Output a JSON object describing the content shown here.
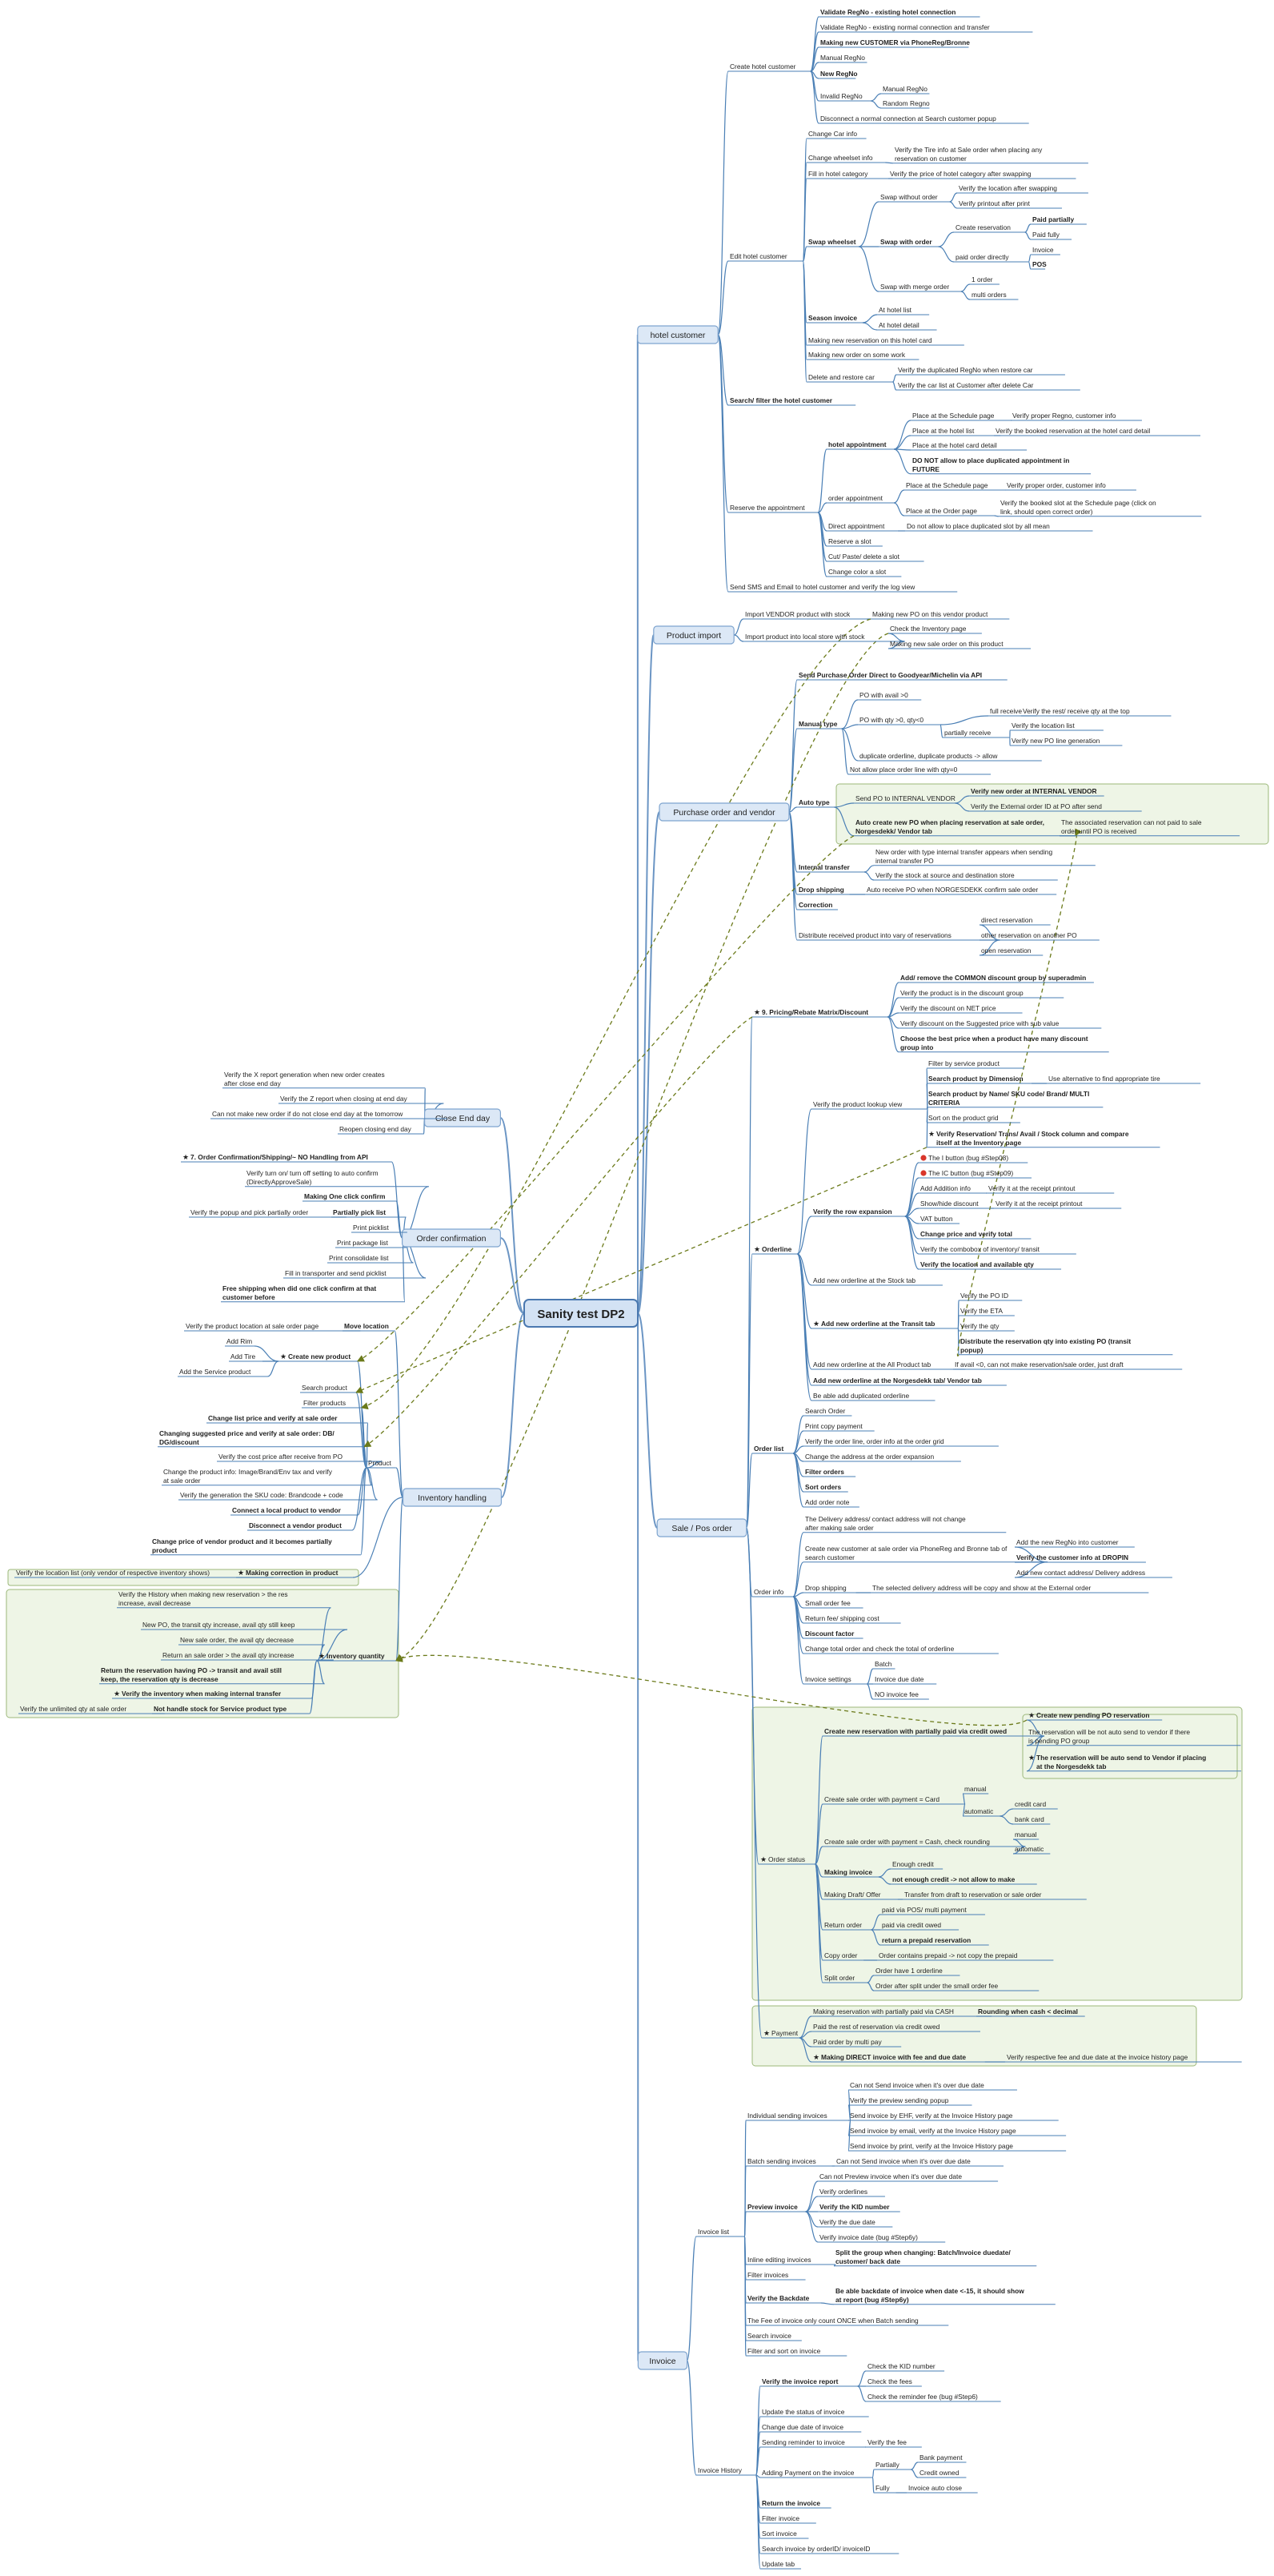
{
  "root": "Sanity test DP2",
  "colors": {
    "line": "#4a7fb5",
    "mainBox": "#dce8f6",
    "group": "#eef5e6",
    "dash": "#6b7a1a",
    "star": "#f0a30a",
    "error": "#d9362b"
  },
  "main": {
    "hotel": "hotel customer",
    "product_import": "Product import",
    "purchase": "Purchase order and vendor",
    "sale": "Sale / Pos order",
    "invoice": "Invoice",
    "close_end_day": "Close End day",
    "order_confirmation": "Order confirmation",
    "inventory": "Inventory handling"
  },
  "hotel": {
    "create": "Create hotel customer",
    "validate_bold": "Validate RegNo - existing hotel connection",
    "validate_transfer": "Validate RegNo - existing normal connection and transfer",
    "new_customer": "Making new CUSTOMER via PhoneReg/Bronne",
    "manual_regno": "Manual RegNo",
    "new_regno": "New RegNo",
    "invalid_regno": "Invalid RegNo",
    "manual_regno2": "Manual RegNo",
    "random_regno": "Random Regno",
    "disconnect": "Disconnect a normal connection at Search customer popup",
    "change_car": "Change Car info",
    "change_wheelset": "Change wheelset info",
    "verify_tire_info": "Verify the Tire info at Sale order when placing any reservation on customer",
    "fill_category": "Fill in hotel category",
    "verify_price_category": "Verify the price of hotel category after swapping",
    "edit": "Edit hotel customer",
    "swap_wheelset": "Swap wheelset",
    "swap_without": "Swap without order",
    "verify_location_swap": "Verify the location after swapping",
    "verify_printout": "Verify printout after print",
    "swap_with": "Swap with order",
    "create_reservation": "Create reservation",
    "paid_partially": "Paid partially",
    "paid_fully": "Paid fully",
    "paid_directly": "paid order directly",
    "invoice": "Invoice",
    "pos": "POS",
    "swap_merge": "Swap with merge order",
    "one_order": "1 order",
    "multi_orders": "multi orders",
    "season_invoice": "Season invoice",
    "at_hotel_list": "At hotel list",
    "at_hotel_detail": "At hotel detail",
    "new_reservation_card": "Making new reservation on this hotel card",
    "new_order_work": "Making new order on some work",
    "delete_restore": "Delete and restore car",
    "verify_dup_regno": "Verify the duplicated RegNo when restore car",
    "verify_car_list": "Verify the car list at Customer after delete Car",
    "search_filter": "Search/ filter the hotel customer",
    "reserve": "Reserve the appointment",
    "hotel_appointment": "hotel appointment",
    "place_schedule": "Place at the Schedule page",
    "verify_proper_regno": "Verify proper Regno, customer info",
    "place_hotel_list": "Place at the hotel list",
    "verify_booked_hotel": "Verify the booked reservation at the hotel card detail",
    "place_hotel_card": "Place at the hotel card detail",
    "no_duplicate": "DO NOT allow to place duplicated appointment in FUTURE",
    "order_appointment": "order appointment",
    "place_schedule2": "Place at the Schedule page",
    "verify_proper_order": "Verify proper order, customer info",
    "place_order_page": "Place at the Order page",
    "verify_booked_slot": "Verify the booked slot at the Schedule page (click on link, should open correct order)",
    "direct_appointment": "Direct appointment",
    "no_dup_slot": "Do not allow to place duplicated slot by all mean",
    "reserve_slot": "Reserve a slot",
    "cut_paste": "Cut/ Paste/ delete a slot",
    "change_color": "Change color a slot",
    "send_sms": "Send SMS and Email to hotel customer and verify the log view"
  },
  "product_import": {
    "import_vendor": "Import VENDOR product with stock",
    "making_po": "Making new PO on this vendor product",
    "import_local": "Import product into local store with stock",
    "check_inventory": "Check the Inventory page",
    "making_sale": "Making new sale order on this product"
  },
  "purchase": {
    "send_po": "Send Purchase Order Direct to Goodyear/Michelin via API",
    "manual_type": "Manual type",
    "po_avail": "PO with avail >0",
    "po_qty": "PO with qty >0, qty<0",
    "full_receive": "full receive",
    "verify_rest": "Verify the rest/ receive qty at the top",
    "partial_receive": "partially receive",
    "verify_location": "Verify the location list",
    "verify_po_line": "Verify new PO line generation",
    "duplicate_orderline": "duplicate orderline, duplicate products -> allow",
    "not_allow_zero": "Not allow place order line with qty=0",
    "auto_type": "Auto type",
    "send_internal": "Send PO to INTERNAL VENDOR",
    "verify_new_order_internal": "Verify new order at INTERNAL VENDOR",
    "verify_external": "Verify the External order ID at PO after send",
    "auto_create_po": "Auto create new PO when placing reservation at sale order, Norgesdekk/ Vendor tab",
    "associated_res": "The associated reservation can not paid to sale order until PO is received",
    "internal_transfer": "Internal transfer",
    "new_order_transfer": "New order with type internal transfer appears when sending internal transfer PO",
    "verify_stock_source": "Verify the stock at source and destination store",
    "drop_shipping": "Drop shipping",
    "auto_receive": "Auto receive PO when NORGESDEKK confirm sale order",
    "correction": "Correction",
    "distribute": "Distribute received product into vary of reservations",
    "direct_reservation": "direct reservation",
    "other_reservation": "other reservation on another PO",
    "open_reservation": "open reservation"
  },
  "sale": {
    "pricing": "9. Pricing/Rebate Matrix/Discount",
    "add_remove_discount": "Add/ remove the COMMON discount group by superadmin",
    "verify_in_discount": "Verify the product is in the discount group",
    "verify_net_price": "Verify the discount on NET price",
    "verify_suggested": "Verify discount on the Suggested price with sub value",
    "choose_best": "Choose the best price when a product have many discount group into",
    "orderline": "Orderline",
    "verify_lookup": "Verify the product lookup view",
    "filter_service": "Filter by service product",
    "search_dimension": "Search product by Dimension",
    "use_alternative": "Use alternative to find appropriate tire",
    "search_name": "Search product by Name/ SKU code/ Brand/ MULTI CRITERIA",
    "sort_grid": "Sort on the product grid",
    "verify_reservation_col": "Verify Reservation/ Trans/ Avail / Stock column and compare itself at the Inventory page",
    "row_expansion": "Verify the row expansion",
    "i_button": "The I button (bug #Step08)",
    "ic_button": "The IC button (bug #Step09)",
    "add_addition": "Add Addition info",
    "verify_receipt1": "Verify it at the receipt printout",
    "show_hide": "Show/hide discount",
    "verify_receipt2": "Verify it at the receipt printout",
    "vat_button": "VAT button",
    "change_price_total": "Change price and verify total",
    "verify_combo": "Verify the combobox of inventory/ transit",
    "verify_location_qty": "Verify the location and available qty",
    "add_stock_tab": "Add new orderline at the Stock tab",
    "add_transit_tab": "Add new orderline at the Transit tab",
    "verify_po_id": "Verify the PO ID",
    "verify_eta": "Verify the ETA",
    "verify_qty": "Verify the qty",
    "distribute_transit": "Distribute the reservation qty into existing PO (transit popup)",
    "add_all_product": "Add new orderline at the All Product tab",
    "if_avail": "If avail <0, can not make reservation/sale order, just draft",
    "add_norgesdekk": "Add new orderline at the Norgesdekk tab/ Vendor tab",
    "add_duplicate": "Be able add duplicated orderline",
    "order_list": "Order list",
    "search_order": "Search Order",
    "print_copy": "Print copy payment",
    "verify_order_line": "Verify the order line, order info at the order grid",
    "change_address": "Change the address at the order expansion",
    "filter_orders": "Filter orders",
    "sort_orders": "Sort orders",
    "add_note": "Add order note",
    "order_info": "Order info",
    "delivery_address": "The Delivery address/ contact address will not change after making sale order",
    "create_customer": "Create new customer at sale order via PhoneReg and Bronne tab of search customer",
    "add_regno": "Add the new RegNo into customer",
    "verify_dropin": "Verify the customer info at DROPIN",
    "add_new_contact": "Add new contact address/ Delivery address",
    "drop_shipping": "Drop shipping",
    "selected_delivery": "The selected delivery address will be copy and show at the External order",
    "small_fee": "Small order fee",
    "return_fee": "Return fee/ shipping cost",
    "discount_factor": "Discount factor",
    "change_total": "Change total order and check the total of orderline",
    "invoice_settings": "Invoice settings",
    "batch": "Batch",
    "invoice_due": "Invoice due date",
    "no_invoice_fee": "NO invoice fee",
    "order_status": "Order status",
    "create_partial_credit": "Create new reservation with partially paid via credit owed",
    "create_pending_po": "Create new pending PO reservation",
    "not_auto_send": "The reservation will be not auto send to vendor if there is pending PO group",
    "auto_send": "The reservation will be auto send to Vendor if placing at the Norgesdekk tab",
    "create_card": "Create sale order with payment = Card",
    "manual": "manual",
    "automatic": "automatic",
    "credit_card": "credit card",
    "bank_card": "bank card",
    "create_cash": "Create sale order with payment = Cash, check rounding",
    "manual2": "manual",
    "automatic2": "automatic",
    "making_invoice": "Making invoice",
    "enough_credit": "Enough credit",
    "not_enough_credit": "not enough credit -> not allow to make",
    "making_draft": "Making Draft/ Offer",
    "transfer_draft": "Transfer from draft to reservation or sale order",
    "return_order": "Return order",
    "paid_pos": "paid via POS/ multi payment",
    "paid_credit": "paid via credit owed",
    "return_prepaid": "return a prepaid reservation",
    "copy_order": "Copy order",
    "copy_prepaid": "Order contains prepaid -> not copy the prepaid",
    "split_order": "Split order",
    "order_have_one": "Order have 1 orderline",
    "order_after_split": "Order after split under the small order fee",
    "payment": "Payment",
    "reservation_cash": "Making reservation with partially paid via CASH",
    "rounding": "Rounding when cash < decimal",
    "paid_rest": "Paid the rest of reservation via credit owed",
    "paid_multi": "Paid order by multi pay",
    "direct_invoice": "Making DIRECT invoice with fee and due date",
    "verify_fee_due": "Verify respective fee and due date at the invoice history page"
  },
  "invoice": {
    "invoice_list": "Invoice list",
    "individual_sending": "Individual sending invoices",
    "cannot_send": "Can not Send invoice when it's over due date",
    "verify_preview_popup": "Verify the preview sending popup",
    "send_ehf": "Send invoice by EHF, verify at the Invoice History page",
    "send_email": "Send invoice by email, verify at the Invoice History page",
    "send_print": "Send invoice by print, verify at the Invoice History page",
    "batch_sending": "Batch sending invoices",
    "cannot_send_batch": "Can not Send invoice when it's over due date",
    "preview_invoice": "Preview invoice",
    "cannot_preview": "Can not Preview invoice when it's over due date",
    "verify_orderlines": "Verify orderlines",
    "verify_kid": "Verify the KID number",
    "verify_due": "Verify the due date",
    "verify_invoice_date": "Verify invoice date (bug #Step6y)",
    "inline_editing": "Inline editing invoices",
    "split_group": "Split the group when changing: Batch/Invoice duedate/ customer/ back date",
    "filter_invoices": "Filter invoices",
    "verify_backdate": "Verify the Backdate",
    "backdate_rule": "Be able backdate of invoice when date <-15, it should show at report (bug #Step6y)",
    "fee_once": "The Fee of invoice only count ONCE when Batch sending",
    "search_invoice": "Search invoice",
    "filter_sort": "Filter and sort on invoice",
    "invoice_history": "Invoice History",
    "verify_report": "Verify the invoice report",
    "check_kid": "Check the KID number",
    "check_fees": "Check the fees",
    "check_reminder": "Check the reminder fee (bug #Step6)",
    "update_status": "Update the status of invoice",
    "change_due": "Change due date of invoice",
    "sending_reminder": "Sending reminder to invoice",
    "verify_fee": "Verify the fee",
    "adding_payment": "Adding Payment on the invoice",
    "partially": "Partially",
    "bank_payment": "Bank payment",
    "credit_owned": "Credit owned",
    "fully": "Fully",
    "invoice_auto_close": "Invoice auto close",
    "return_invoice": "Return the invoice",
    "filter_invoice": "Filter invoice",
    "sort_invoice": "Sort invoice",
    "search_order_id": "Search invoice by orderID/ invoiceID",
    "update_tab": "Update tab"
  },
  "close": {
    "x_report": "Verify the X report generation when new order creates after close end day",
    "z_report": "Verify the Z report when closing at end day",
    "cannot_new": "Can not make new order if do not close end day at the tomorrow",
    "reopen": "Reopen closing end day"
  },
  "confirm": {
    "section": "7. Order Confirmation/Shipping/~ NO Handling from API",
    "verify_turn": "Verify turn on/ turn off setting to auto confirm (DirectlyApproveSale)",
    "making_one_click": "Making One click confirm",
    "partially_pick": "Partially pick list",
    "verify_popup": "Verify the popup and pick partially order",
    "print_picklist": "Print picklist",
    "print_package": "Print package list",
    "print_consolidate": "Print consolidate list",
    "fill_transporter": "Fill in transporter and send picklist",
    "free_shipping": "Free shipping when did one click confirm at that customer before"
  },
  "inventory": {
    "verify_location_sale": "Verify the product location at sale order page",
    "move_location": "Move location",
    "create_new_product": "Create new product",
    "add_rim": "Add Rim",
    "add_tire": "Add Tire",
    "add_service": "Add the Service product",
    "product": "Product",
    "search_product": "Search product",
    "filter_products": "Filter products",
    "change_list_price": "Change list price and verify at sale order",
    "changing_suggested": "Changing suggested price and verify at sale order: DB/ DG/discount",
    "verify_cost_price": "Verify the cost price after receive from PO",
    "change_product_info": "Change the product info: Image/Brand/Env tax and verify at sale order",
    "verify_sku": "Verify the generation the SKU code: Brandcode + code",
    "connect_local": "Connect a local product to vendor",
    "disconnect_vendor": "Disconnect a vendor product",
    "change_price_vendor": "Change price of vendor product and it becomes partially product",
    "verify_location_list": "Verify the location list (only vendor of respective inventory shows)",
    "making_correction": "Making correction in product",
    "inventory_quantity": "Inventory quantity",
    "verify_history": "Verify the History when making new reservation > the res increase, avail decrease",
    "new_po_transit": "New PO, the transit qty increase, avail qty still keep",
    "new_sale_order": "New sale order, the avail qty decrease",
    "return_sale": "Return an sale order > the avail qty increase",
    "return_reservation": "Return the reservation having PO -> transit and avail still keep, the reservation qty is decrease",
    "verify_internal_transfer": "Verify the inventory when making internal transfer",
    "verify_unlimited": "Verify the unlimited qty at sale order",
    "not_handle_stock": "Not handle stock for Service product type"
  }
}
